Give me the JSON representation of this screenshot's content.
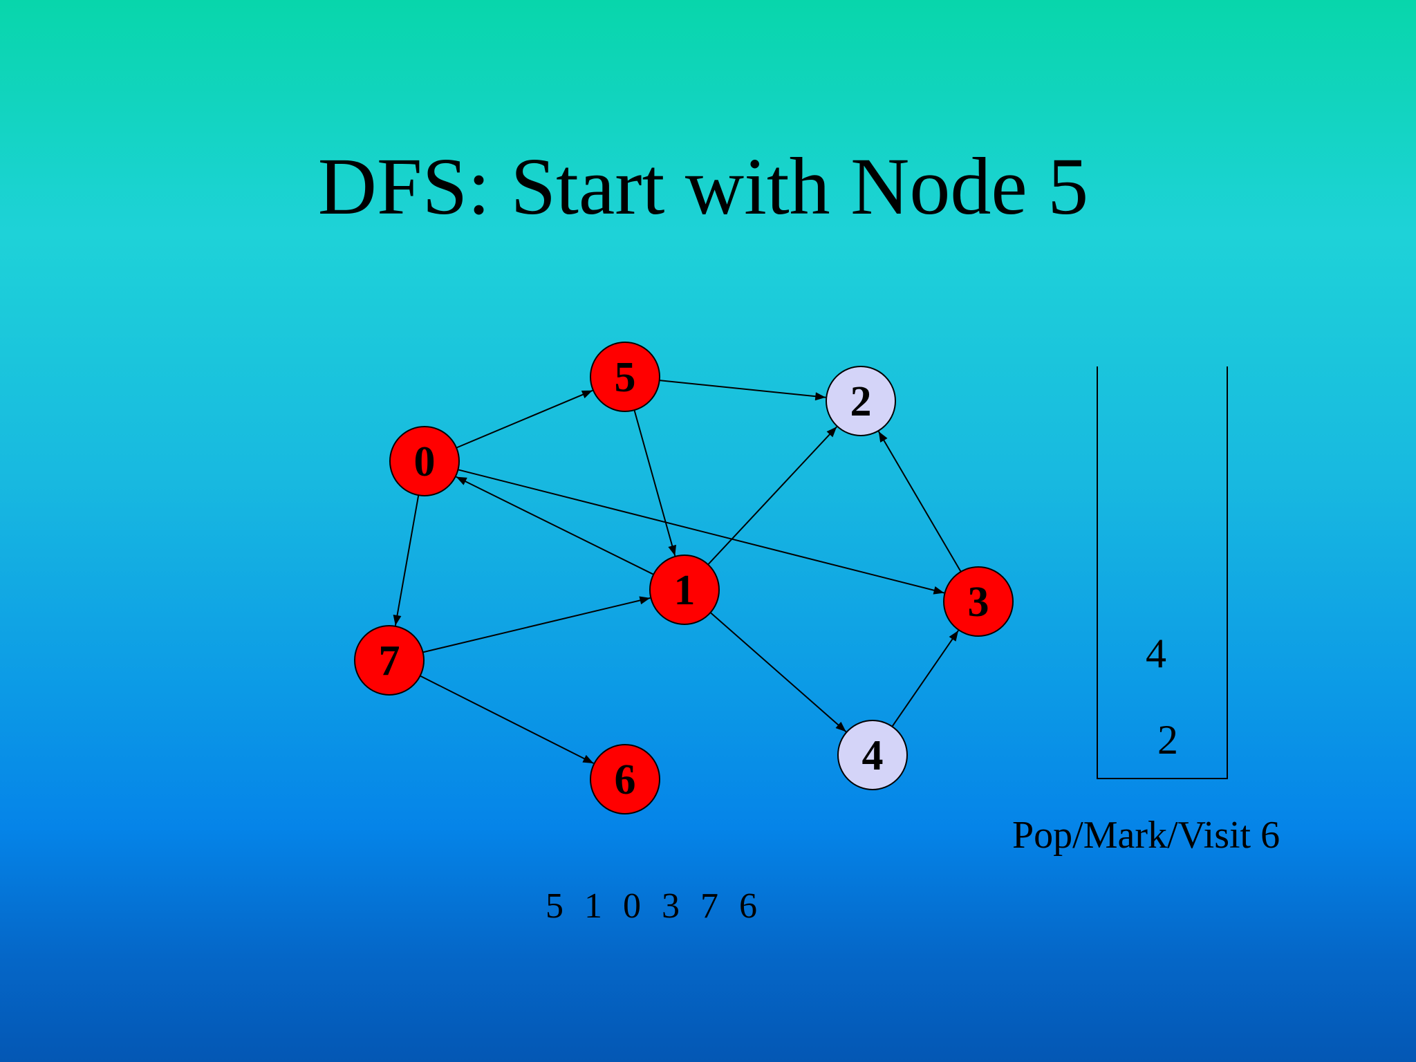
{
  "title": "DFS: Start with Node 5",
  "colors": {
    "visited": "#ff0000",
    "unvisited": "#d4d4f8",
    "edge": "#000000"
  },
  "graph": {
    "nodes": [
      {
        "id": "5",
        "label": "5",
        "state": "visited"
      },
      {
        "id": "2",
        "label": "2",
        "state": "unvisited"
      },
      {
        "id": "0",
        "label": "0",
        "state": "visited"
      },
      {
        "id": "1",
        "label": "1",
        "state": "visited"
      },
      {
        "id": "3",
        "label": "3",
        "state": "visited"
      },
      {
        "id": "7",
        "label": "7",
        "state": "visited"
      },
      {
        "id": "4",
        "label": "4",
        "state": "unvisited"
      },
      {
        "id": "6",
        "label": "6",
        "state": "visited"
      }
    ],
    "edges": [
      {
        "from": "0",
        "to": "5"
      },
      {
        "from": "5",
        "to": "2"
      },
      {
        "from": "5",
        "to": "1"
      },
      {
        "from": "1",
        "to": "0"
      },
      {
        "from": "0",
        "to": "3"
      },
      {
        "from": "0",
        "to": "7"
      },
      {
        "from": "1",
        "to": "2"
      },
      {
        "from": "3",
        "to": "2"
      },
      {
        "from": "7",
        "to": "1"
      },
      {
        "from": "1",
        "to": "4"
      },
      {
        "from": "4",
        "to": "3"
      },
      {
        "from": "7",
        "to": "6"
      }
    ]
  },
  "stack": {
    "items_top_to_bottom": [
      "4",
      "2"
    ]
  },
  "action": "Pop/Mark/Visit 6",
  "visit_order": [
    "5",
    "1",
    "0",
    "3",
    "7",
    "6"
  ]
}
